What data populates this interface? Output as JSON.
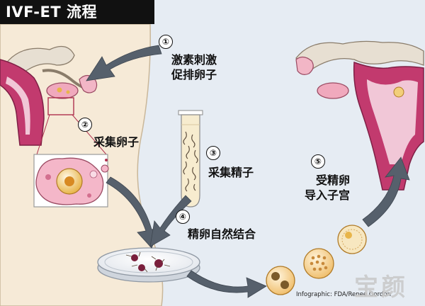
{
  "title": "IVF-ET 流程",
  "steps": [
    {
      "number": "①",
      "lines": [
        "激素刺激",
        "促排卵子"
      ]
    },
    {
      "number": "②",
      "lines": [
        "采集卵子"
      ]
    },
    {
      "number": "③",
      "lines": [
        "采集精子"
      ]
    },
    {
      "number": "④",
      "lines": [
        "精卵自然结合"
      ]
    },
    {
      "number": "⑤",
      "lines": [
        "受精卵",
        "导入子宫"
      ]
    }
  ],
  "credit": "Infographic: FDA/Renee Gordon",
  "watermark": "宝颜",
  "colors": {
    "background": "#e6ecf3",
    "body": "#f6ead7",
    "uterus": "#c23a6e",
    "uterus_light": "#f1c7d7",
    "arrow": "#56606c",
    "title_bg": "#111111"
  }
}
